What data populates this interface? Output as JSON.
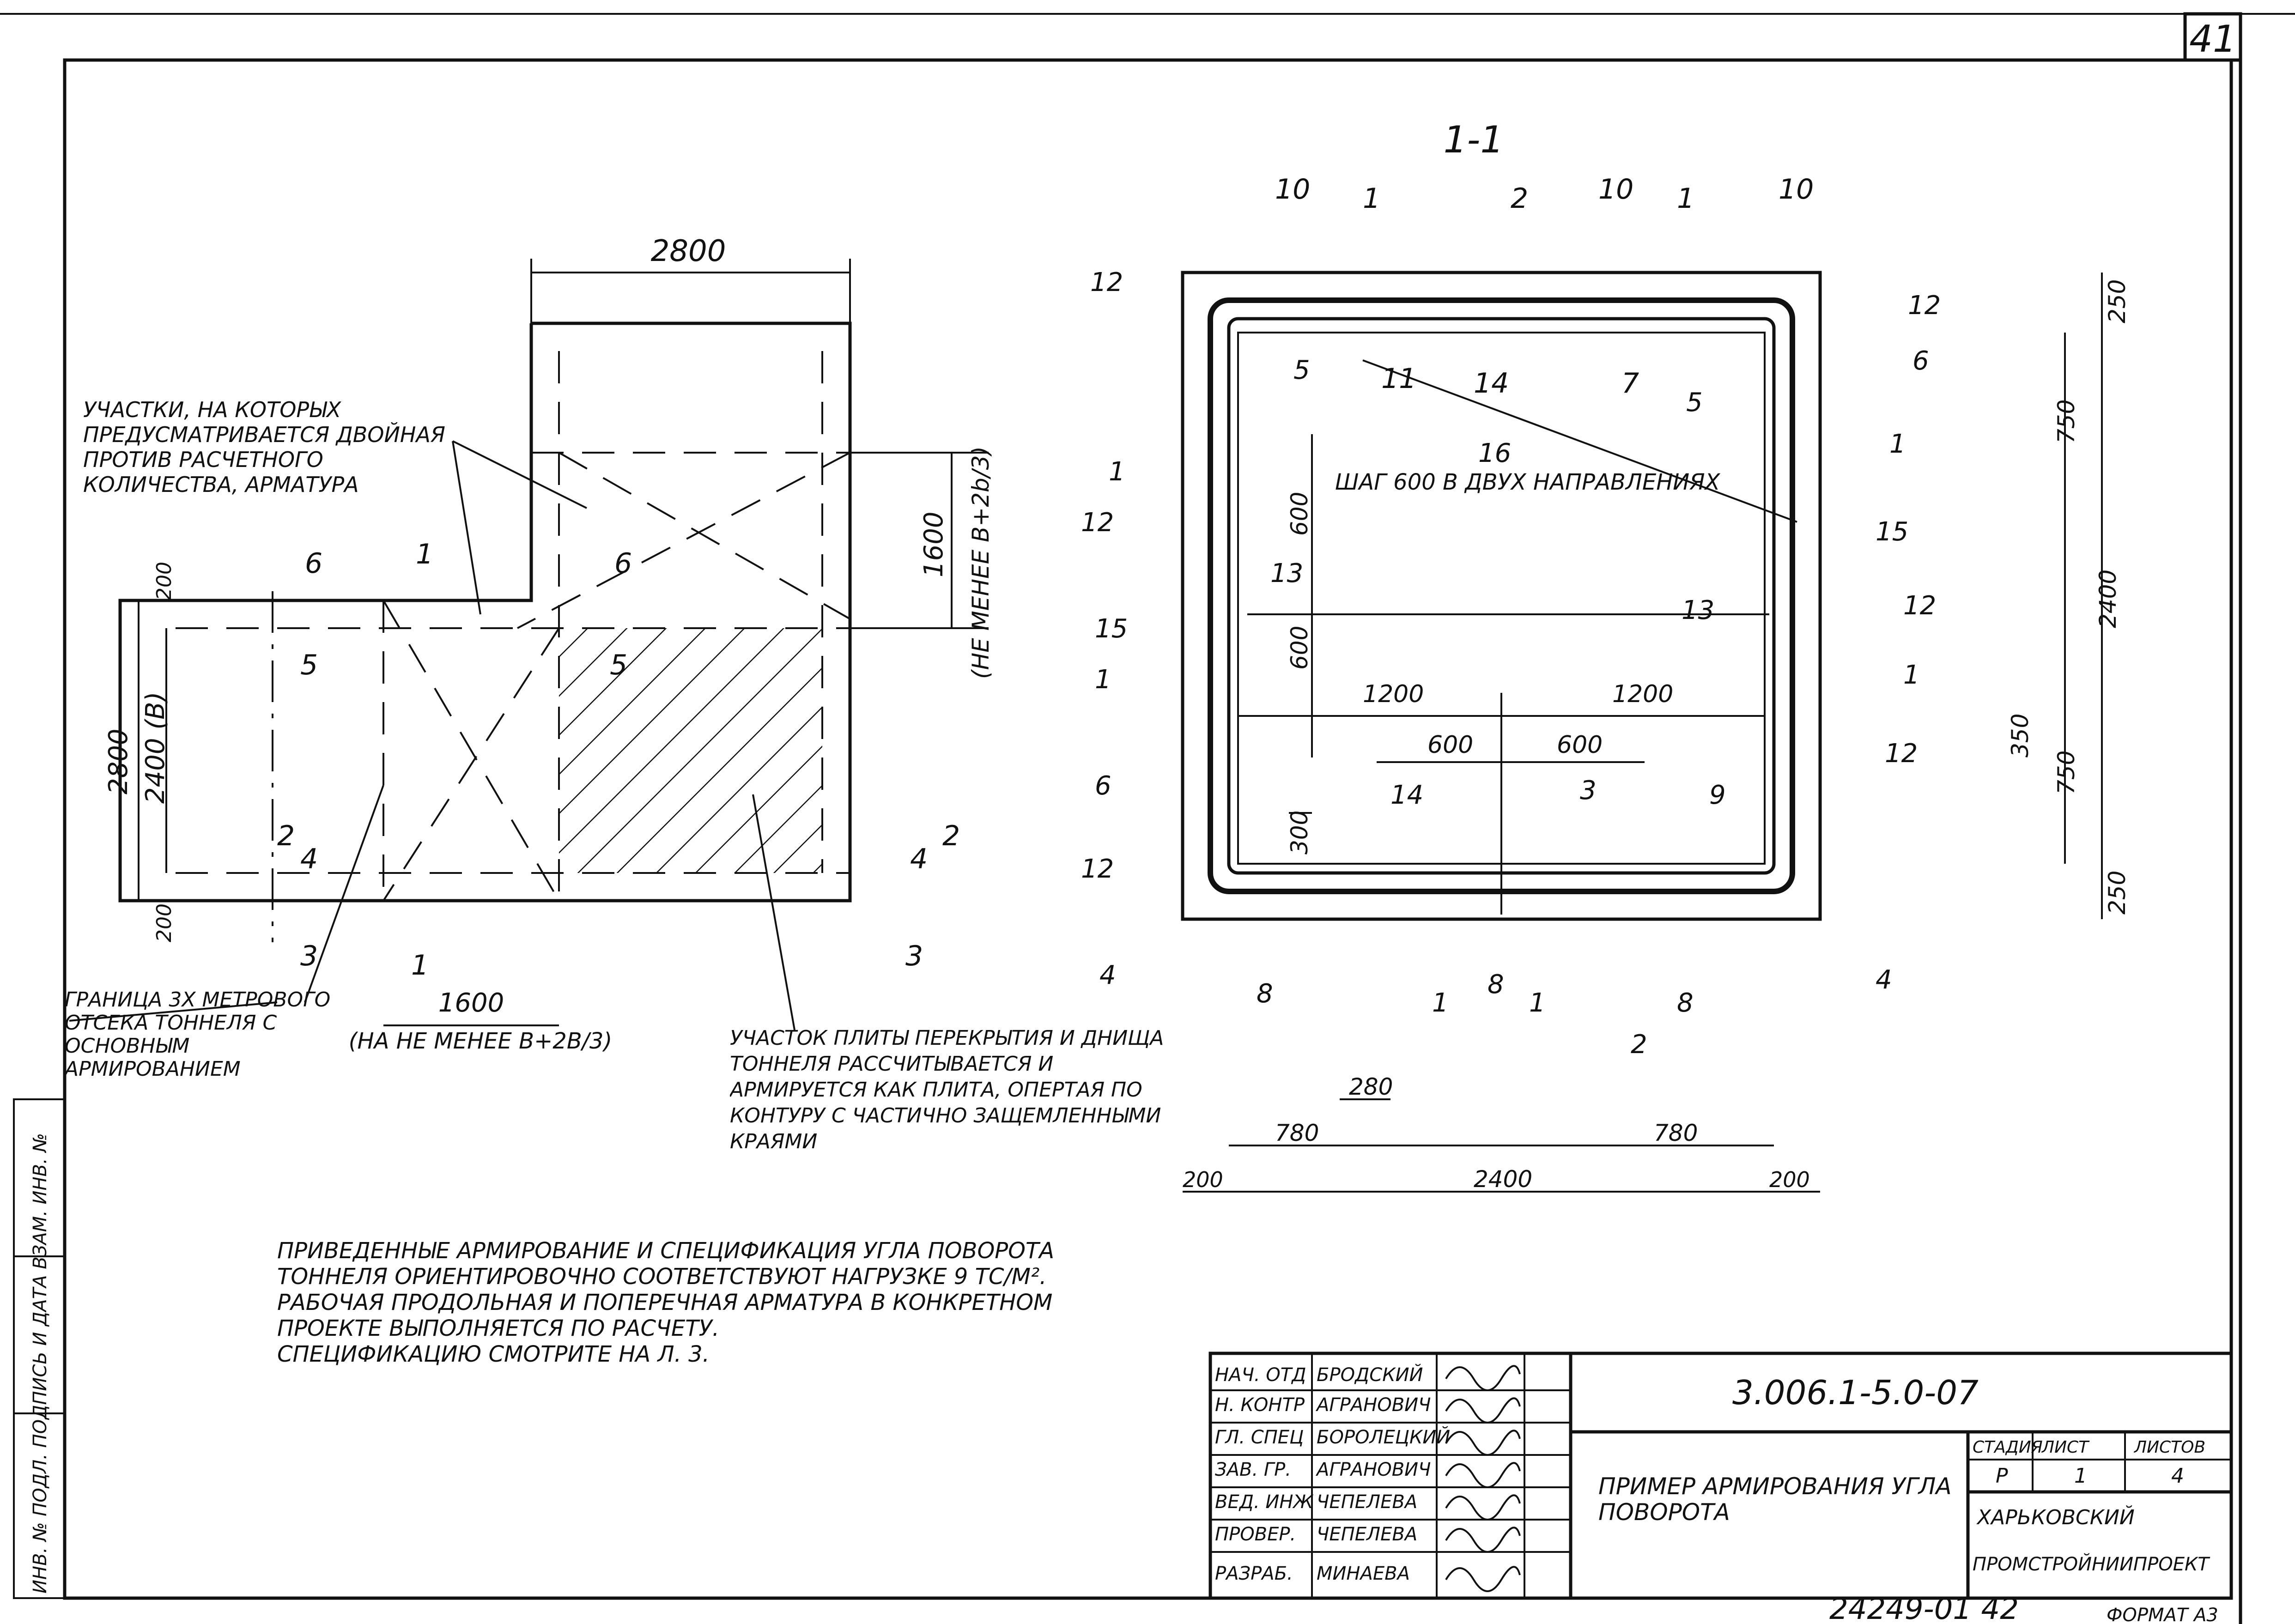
{
  "sheet_number": "41",
  "section_title": "1-1",
  "plan": {
    "top_width": "2800",
    "dim_1600_right": "1600",
    "dim_min_right": "(НЕ МЕНЕЕ В+2b/3)",
    "dim_2800_left": "2800",
    "dim_2400b": "2400 (В)",
    "dim_200_top": "200",
    "dim_200_bot": "200",
    "dim_1600_bottom": "1600",
    "dim_min_bottom": "(НА НЕ МЕНЕЕ В+2В/3)",
    "section_marks": [
      "6",
      "1",
      "6",
      "5",
      "5",
      "2",
      "4",
      "2",
      "4",
      "3",
      "1",
      "3"
    ],
    "note_double": "УЧАСТКИ, НА КОТОРЫХ ПРЕДУСМАТРИВАЕТСЯ ДВОЙНАЯ ПРОТИВ РАСЧЕТНОГО КОЛИЧЕСТВА, АРМАТУРА",
    "note_border": "ГРАНИЦА 3Х МЕТРОВОГО ОТСЕКА ТОННЕЛЯ С ОСНОВНЫМ АРМИРОВАНИЕМ",
    "note_slab": "УЧАСТОК ПЛИТЫ ПЕРЕКРЫТИЯ И ДНИЩА ТОННЕЛЯ РАССЧИТЫВАЕТСЯ И АРМИРУЕТСЯ КАК ПЛИТА, ОПЕРТАЯ ПО КОНТУРУ С ЧАСТИЧНО ЗАЩЕМЛЕННЫМИ КРАЯМИ"
  },
  "section": {
    "top_marks": [
      "10",
      "1",
      "2",
      "10",
      "1",
      "10"
    ],
    "inner_top_marks": [
      "11",
      "14",
      "7"
    ],
    "left_marks": [
      "12",
      "5",
      "1",
      "12",
      "15",
      "1",
      "6",
      "12",
      "4"
    ],
    "right_marks": [
      "12",
      "6",
      "5",
      "1",
      "15",
      "12",
      "13",
      "1",
      "12",
      "4"
    ],
    "bottom_marks": [
      "8",
      "1",
      "8",
      "1",
      "8",
      "2"
    ],
    "inner_marks": [
      "13",
      "14",
      "3",
      "9",
      "16"
    ],
    "note_step": "ШАГ 600 В ДВУХ НАПРАВЛЕНИЯХ",
    "dims_right": [
      "250",
      "750",
      "2400",
      "350",
      "750",
      "250"
    ],
    "dims_inner_v": [
      "600",
      "600",
      "300"
    ],
    "dims_inner_h": [
      "1200",
      "1200",
      "600",
      "600"
    ],
    "dims_bottom": [
      "280",
      "780",
      "780",
      "200",
      "2400",
      "200"
    ]
  },
  "notes": [
    "ПРИВЕДЕННЫЕ АРМИРОВАНИЕ И СПЕЦИФИКАЦИЯ УГЛА ПОВОРОТА ТОННЕЛЯ ОРИЕНТИРОВОЧНО СООТВЕТСТВУЮТ НАГРУЗКЕ 9 ТС/М².",
    "РАБОЧАЯ ПРОДОЛЬНАЯ И ПОПЕРЕЧНАЯ АРМАТУРА В КОНКРЕТНОМ ПРОЕКТЕ ВЫПОЛНЯЕТСЯ ПО РАСЧЕТУ.",
    "СПЕЦИФИКАЦИЮ СМОТРИТЕ НА Л. 3."
  ],
  "title_block": {
    "code": "3.006.1-5.0-07",
    "title": "ПРИМЕР АРМИРОВАНИЯ УГЛА ПОВОРОТА",
    "stage_h": "СТАДИЯ",
    "sheet_h": "ЛИСТ",
    "sheets_h": "ЛИСТОВ",
    "stage": "Р",
    "sheet": "1",
    "sheets": "4",
    "org1": "ХАРЬКОВСКИЙ",
    "org2": "ПРОМСТРОЙНИИПРОЕКТ",
    "roles": [
      "НАЧ. ОТД",
      "Н. КОНТР",
      "ГЛ. СПЕЦ",
      "ЗАВ. ГР.",
      "ВЕД. ИНЖ",
      "ПРОВЕР.",
      "РАЗРАБ."
    ],
    "names": [
      "БРОДСКИЙ",
      "АГРАНОВИЧ",
      "БОРОЛЕЦКИЙ",
      "АГРАНОВИЧ",
      "ЧЕПЕЛЕВА",
      "ЧЕПЕЛЕВА",
      "МИНАЕВА"
    ]
  },
  "side_stamp": "ИНВ. № ПОДЛ.   ПОДПИСЬ И ДАТА   ВЗАМ. ИНВ. №",
  "bottom_number": "24249-01   42",
  "format": "ФОРМАТ А3"
}
